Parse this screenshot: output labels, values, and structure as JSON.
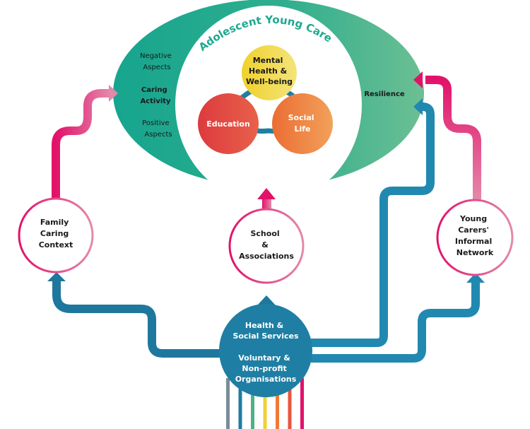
{
  "title": "Adolescent Young Carer",
  "colors": {
    "teal_dark": "#1fa98f",
    "teal_light": "#64bd93",
    "blue": "#1f7ea3",
    "pink": "#e2126a",
    "pink_light": "#e488ab",
    "yellow": "#f1d83a",
    "red": "#e2403d",
    "orange": "#ee7a36"
  },
  "carer": {
    "left_labels": {
      "negative": [
        "Negative",
        "Aspects"
      ],
      "caring": [
        "Caring",
        "Activity"
      ],
      "positive": [
        "Positive",
        "Aspects"
      ]
    },
    "right_label": "Resilience",
    "domains": {
      "mental_health": [
        "Mental",
        "Health &",
        "Well-being"
      ],
      "education": "Education",
      "social_life": [
        "Social",
        "Life"
      ]
    }
  },
  "contexts": {
    "family": [
      "Family",
      "Caring",
      "Context"
    ],
    "school": [
      "School",
      "&",
      "Associations"
    ],
    "network": [
      "Young",
      "Carers'",
      "Informal",
      "Network"
    ]
  },
  "services": {
    "health": [
      "Health &",
      "Social Services"
    ],
    "voluntary": [
      "Voluntary &",
      "Non-profit",
      "Organisations"
    ]
  },
  "stripes": [
    "#7a8c98",
    "#1f7ea3",
    "#4fb08a",
    "#f1cf3a",
    "#ee7a36",
    "#e8553e",
    "#e2126a"
  ]
}
